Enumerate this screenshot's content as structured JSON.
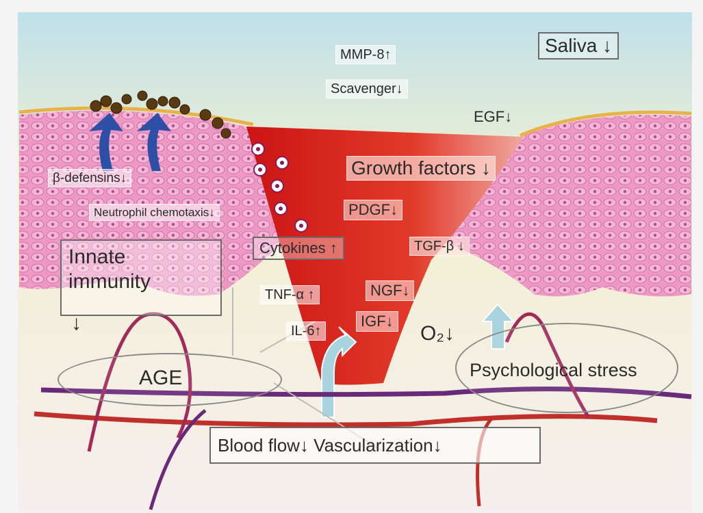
{
  "labels": {
    "mmp8": "MMP-8↑",
    "scavenger": "Scavenger↓",
    "saliva": "Saliva ↓",
    "egf": "EGF↓",
    "beta_defensins": "β-defensins↓",
    "growth_factors": "Growth factors ↓",
    "neutrophil": "Neutrophil chemotaxis↓",
    "pdgf": "PDGF↓",
    "cytokines": "Cytokines ↑",
    "tgf_beta": "TGF-β ↓",
    "innate_immunity_line1": "Innate",
    "innate_immunity_line2": "immunity",
    "innate_immunity_arrow": "↓",
    "tnf_alpha": "TNF-α ↑",
    "ngf": "NGF↓",
    "il6": "IL-6↑",
    "igf": "IGF↓",
    "o2": "O₂↓",
    "age": "AGE",
    "psych_stress": "Psychological stress",
    "blood_flow": "Blood flow↓ Vascularization↓"
  },
  "colors": {
    "sky_top": "#bfe0ea",
    "sky_bottom": "#f3f0d0",
    "epidermis": "#e98bb8",
    "wound": "#d61f1f",
    "vessel_purple": "#6a2a7a",
    "vessel_red": "#c0302a",
    "arrow_blue": "#2d4fa6",
    "arrow_light": "#a8d4e0",
    "bacteria": "#5a3a10"
  },
  "icons": [
    "bacteria-icon",
    "upward-arrow-icon",
    "neutrophil-icon"
  ]
}
